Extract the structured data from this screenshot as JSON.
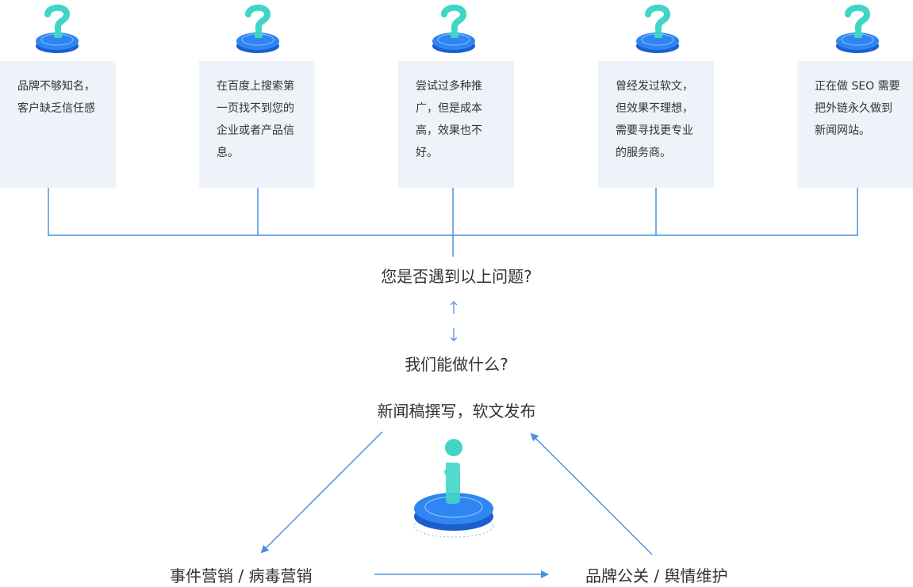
{
  "cards": [
    {
      "text": "品牌不够知名，客户缺乏信任感"
    },
    {
      "text": "在百度上搜索第一页找不到您的企业或者产品信息。"
    },
    {
      "text": "尝试过多种推广，但是成本高，效果也不好。"
    },
    {
      "text": "曾经发过软文，但效果不理想，需要寻找更专业的服务商。"
    },
    {
      "text": "正在做 SEO 需要把外链永久做到新闻网站。"
    }
  ],
  "question_main": "您是否遇到以上问题?",
  "question_what": "我们能做什么?",
  "services": {
    "top": "新闻稿撰写，软文发布",
    "bottom_left": "事件营销 / 病毒营销",
    "bottom_right": "品牌公关 / 舆情维护"
  },
  "colors": {
    "line": "#4a90e2",
    "card_bg": "#eef2f9",
    "icon_teal": "#3fd6c6",
    "icon_blue": "#1e6fe0"
  },
  "icons": {
    "question": "question-mark-icon",
    "info": "info-icon"
  }
}
